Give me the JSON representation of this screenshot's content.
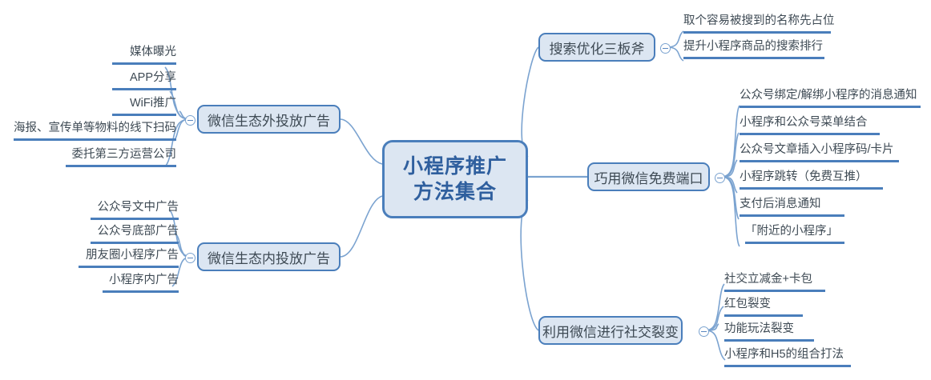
{
  "diagram": {
    "title": "小程序推广方法集合",
    "type": "mindmap",
    "colors": {
      "node_fill": "#dce6f2",
      "node_border": "#4a7ebb",
      "root_text": "#2f5f9e",
      "node_text": "#3e4a54",
      "connector": "#7ba3d0",
      "leaf_underline": "#4a7ebb",
      "background": "#ffffff"
    },
    "root": {
      "line1": "小程序推广",
      "line2": "方法集合"
    },
    "branches": [
      {
        "id": "branch-waitou",
        "label": "微信生态外投放广告",
        "side": "left",
        "leaves": [
          "媒体曝光",
          "APP分享",
          "WiFi推广",
          "海报、宣传单等物料的线下扫码",
          "委托第三方运营公司"
        ]
      },
      {
        "id": "branch-neitou",
        "label": "微信生态内投放广告",
        "side": "left",
        "leaves": [
          "公众号文中广告",
          "公众号底部广告",
          "朋友圈小程序广告",
          "小程序内广告"
        ]
      },
      {
        "id": "branch-sousuo",
        "label": "搜索优化三板斧",
        "side": "right",
        "leaves": [
          "取个容易被搜到的名称先占位",
          "提升小程序商品的搜索排行"
        ]
      },
      {
        "id": "branch-duankou",
        "label": "巧用微信免费端口",
        "side": "right",
        "leaves": [
          "公众号绑定/解绑小程序的消息通知",
          "小程序和公众号菜单结合",
          "公众号文章插入小程序码/卡片",
          "小程序跳转（免费互推）",
          "支付后消息通知",
          "「附近的小程序」"
        ]
      },
      {
        "id": "branch-liebian",
        "label": "利用微信进行社交裂变",
        "side": "right",
        "leaves": [
          "社交立减金+卡包",
          "红包裂变",
          "功能玩法裂变",
          "小程序和H5的组合打法"
        ]
      }
    ]
  }
}
